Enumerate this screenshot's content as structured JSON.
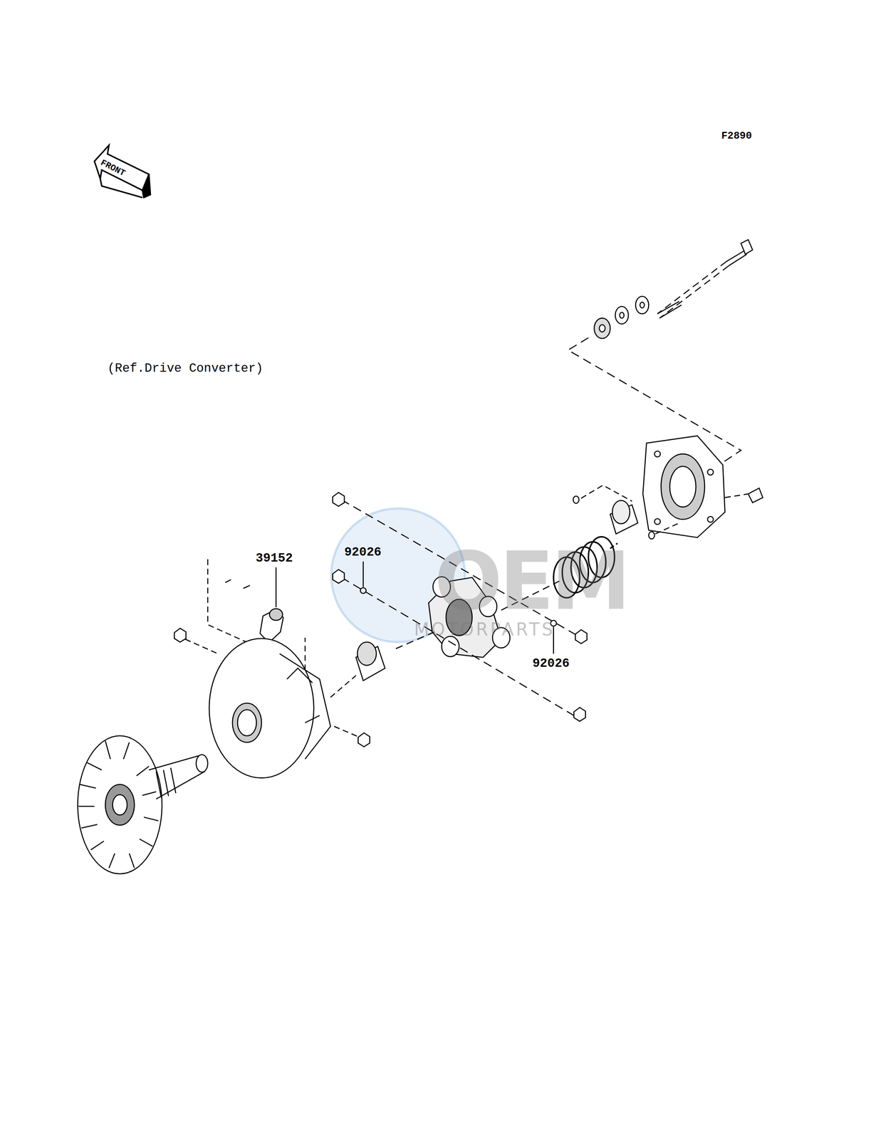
{
  "diagram": {
    "labels": [
      "F2890",
      "FRONT",
      "(Ref.Drive Converter)",
      "39152",
      "92026",
      "92026",
      "OEM",
      "MOTORPARTS"
    ]
  }
}
